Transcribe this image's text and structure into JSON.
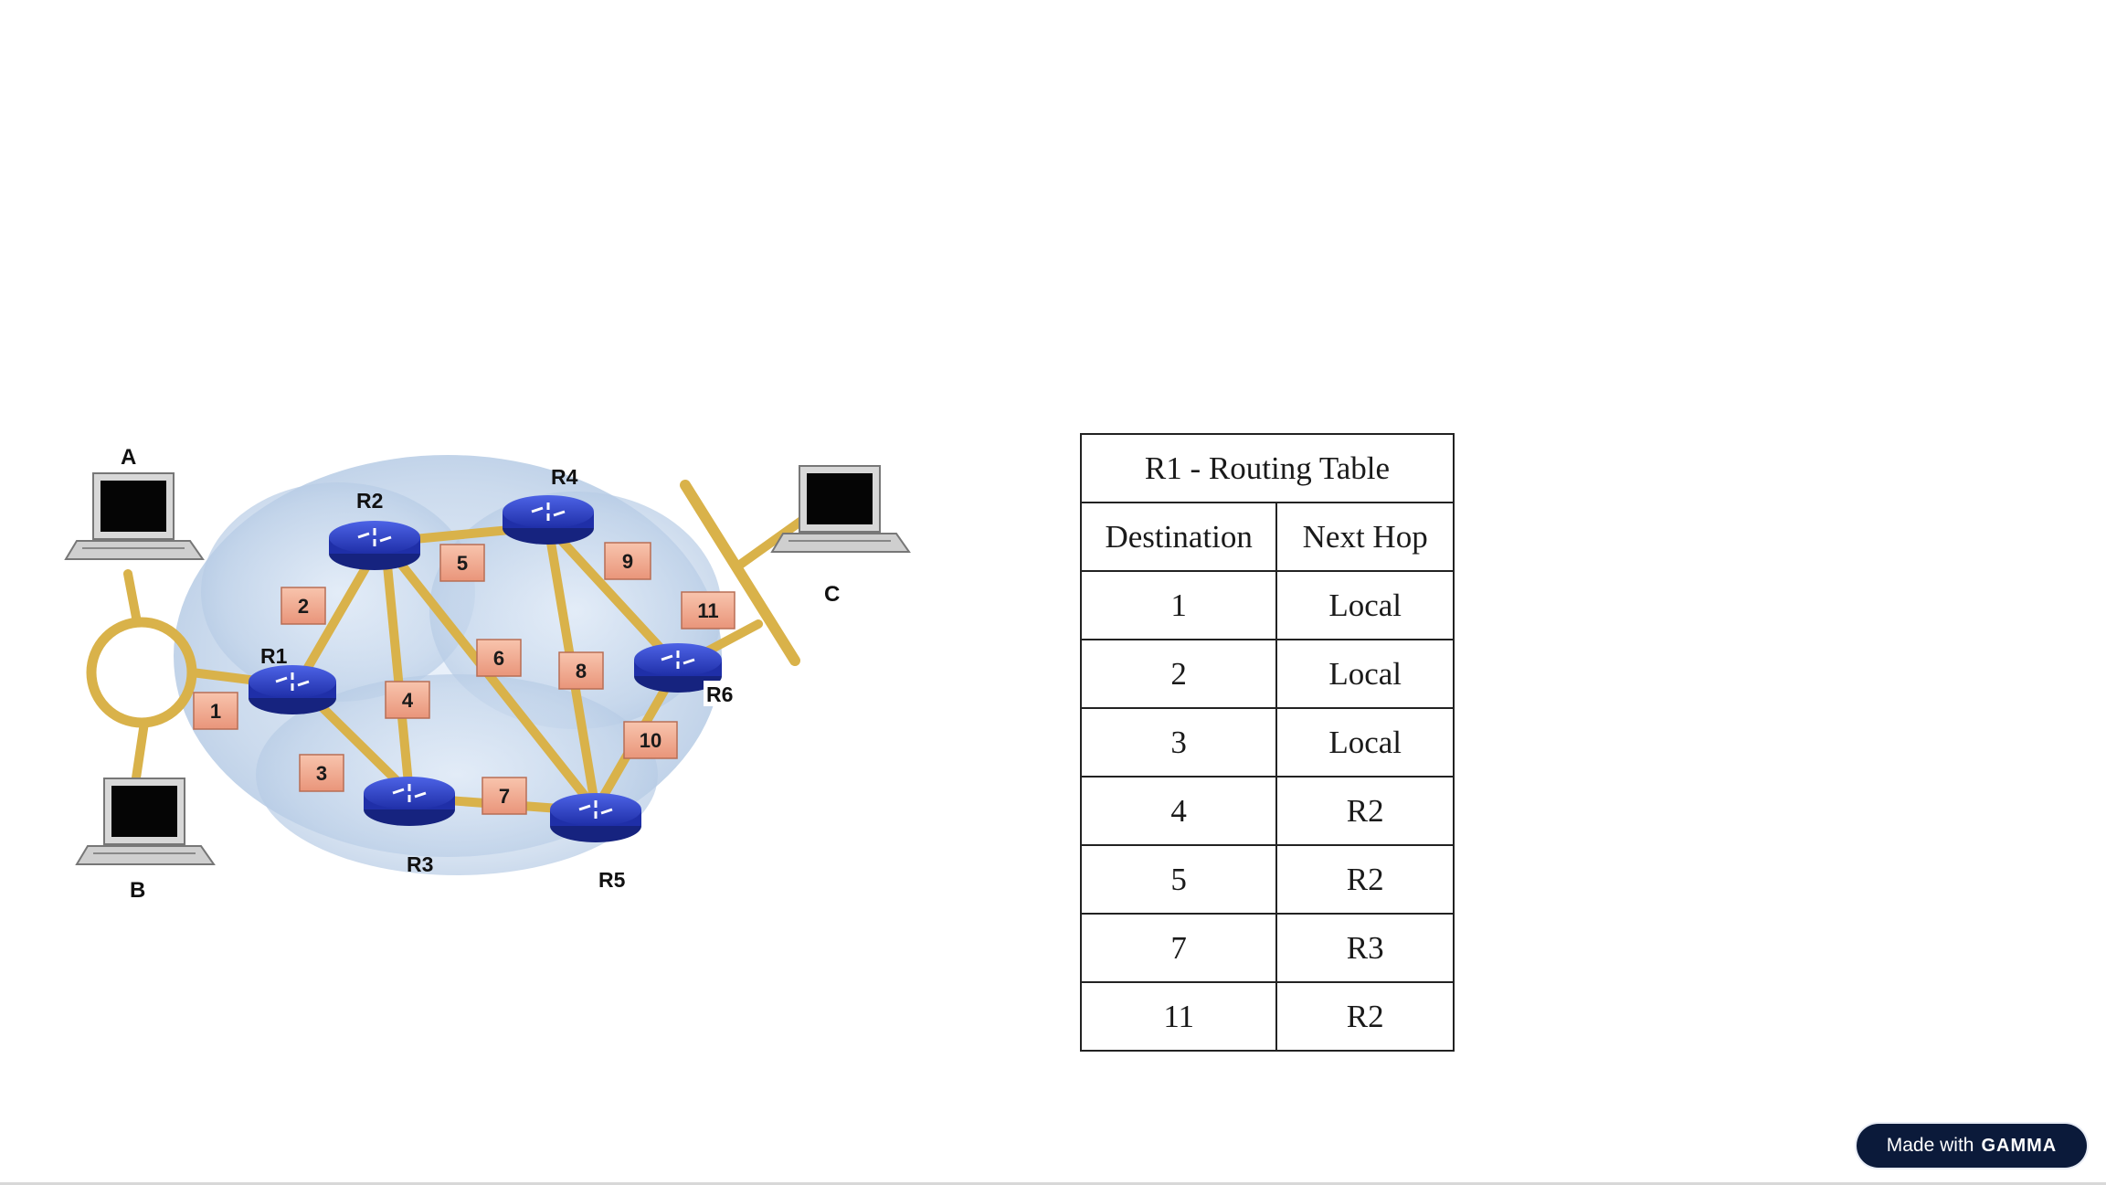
{
  "diagram": {
    "hosts": [
      {
        "id": "A",
        "label": "A"
      },
      {
        "id": "B",
        "label": "B"
      },
      {
        "id": "C",
        "label": "C"
      }
    ],
    "routers": [
      {
        "id": "R1",
        "label": "R1"
      },
      {
        "id": "R2",
        "label": "R2"
      },
      {
        "id": "R3",
        "label": "R3"
      },
      {
        "id": "R4",
        "label": "R4"
      },
      {
        "id": "R5",
        "label": "R5"
      },
      {
        "id": "R6",
        "label": "R6"
      }
    ],
    "networks": [
      {
        "id": "n1",
        "label": "1"
      },
      {
        "id": "n2",
        "label": "2"
      },
      {
        "id": "n3",
        "label": "3"
      },
      {
        "id": "n4",
        "label": "4"
      },
      {
        "id": "n5",
        "label": "5"
      },
      {
        "id": "n6",
        "label": "6"
      },
      {
        "id": "n7",
        "label": "7"
      },
      {
        "id": "n8",
        "label": "8"
      },
      {
        "id": "n9",
        "label": "9"
      },
      {
        "id": "n10",
        "label": "10"
      },
      {
        "id": "n11",
        "label": "11"
      }
    ],
    "colors": {
      "link": "#d9b24a",
      "router": "#2b3fc4",
      "network_box": "#f2ad92",
      "cloud": "#b9cde6"
    }
  },
  "routing_table": {
    "title": "R1 - Routing Table",
    "headers": [
      "Destination",
      "Next Hop"
    ],
    "rows": [
      [
        "1",
        "Local"
      ],
      [
        "2",
        "Local"
      ],
      [
        "3",
        "Local"
      ],
      [
        "4",
        "R2"
      ],
      [
        "5",
        "R2"
      ],
      [
        "7",
        "R3"
      ],
      [
        "11",
        "R2"
      ]
    ]
  },
  "badge": {
    "prefix": "Made with",
    "brand": "GAMMA"
  }
}
